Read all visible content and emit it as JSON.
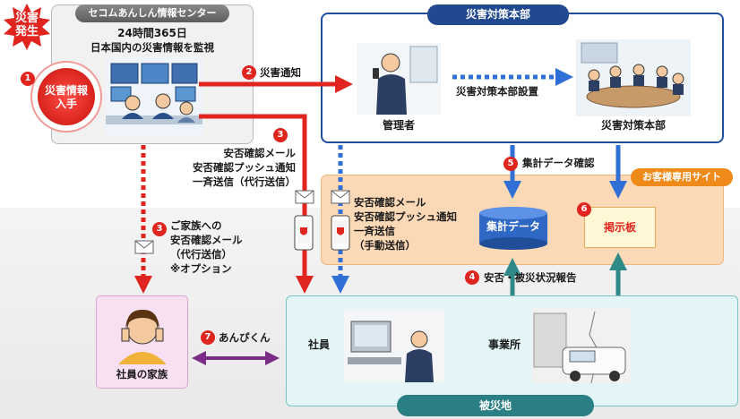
{
  "disaster_badge": {
    "line1": "災害",
    "line2": "発生"
  },
  "secom": {
    "title": "セコムあんしん情報センター",
    "sub1": "24時間365日",
    "sub2": "日本国内の災害情報を監視",
    "intake_line1": "災害情報",
    "intake_line2": "入手"
  },
  "hq": {
    "title": "災害対策本部",
    "manager": "管理者",
    "setup": "災害対策本部設置",
    "room": "災害対策本部"
  },
  "site": {
    "title": "お客様専用サイト",
    "db": "集計データ",
    "board": "掲示板"
  },
  "disaster_site": {
    "title": "被災地",
    "employee": "社員",
    "office": "事業所"
  },
  "family": {
    "label": "社員の家族"
  },
  "steps": {
    "s1": "1",
    "s2": {
      "num": "2",
      "label": "災害通知"
    },
    "s3a": {
      "num": "3",
      "lines": [
        "安否確認メール",
        "安否確認プッシュ通知",
        "一斉送信（代行送信）"
      ]
    },
    "s3b": {
      "num": "3",
      "lines": [
        "ご家族への",
        "安否確認メール",
        "（代行送信）",
        "※オプション"
      ]
    },
    "s3c": {
      "lines": [
        "安否確認メール",
        "安否確認プッシュ通知",
        "一斉送信",
        "（手動送信）"
      ]
    },
    "s4": {
      "num": "4",
      "label": "安否・被災状況報告"
    },
    "s5": {
      "num": "5",
      "label": "集計データ確認"
    },
    "s6": {
      "num": "6"
    },
    "s7": {
      "num": "7",
      "label": "あんぴくん"
    }
  },
  "colors": {
    "red": "#e0241e",
    "blue": "#2f6fd6",
    "teal": "#2f8a87",
    "purple": "#7b2e86",
    "navy": "#21498f",
    "orange": "#ee8a1a"
  },
  "icons": [
    "mail-icon",
    "phone-icon",
    "monitor-scene-icon"
  ]
}
